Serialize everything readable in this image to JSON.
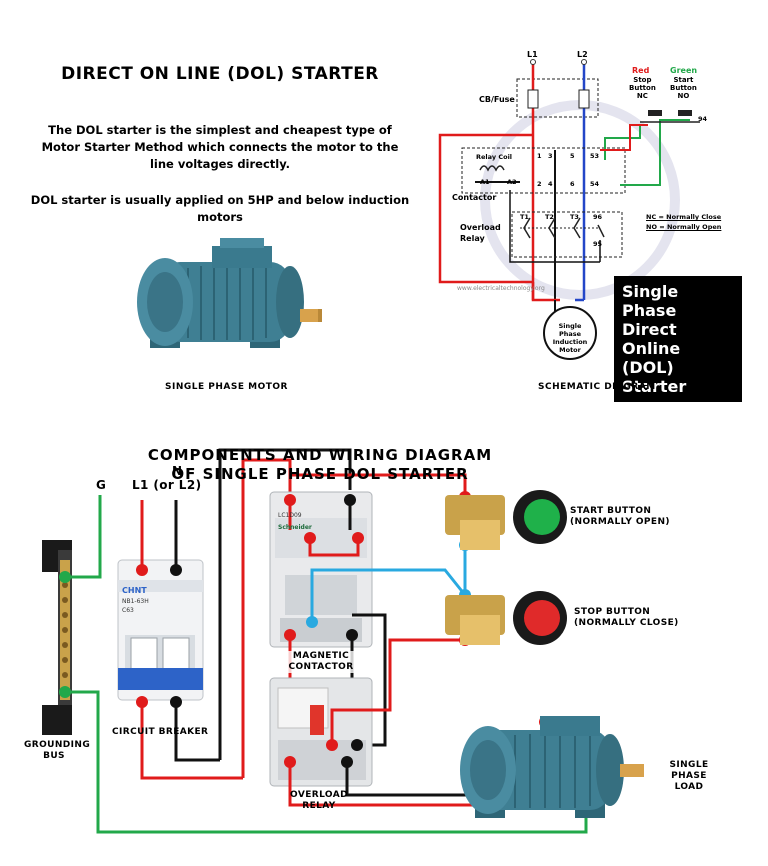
{
  "header": {
    "title": "DIRECT ON LINE (DOL) STARTER",
    "description": "The DOL starter is  the simplest and cheapest type of Motor Starter Method which connects the motor to the line voltages directly.",
    "usage": "DOL starter is usually applied on 5HP and below induction motors"
  },
  "captions": {
    "motor": "SINGLE PHASE MOTOR",
    "schematic": "SCHEMATIC DIAGRAM"
  },
  "schematic": {
    "l1": "L1",
    "l2": "L2",
    "cb_fuse": "CB/Fuse",
    "red_label": "Red",
    "red_sub": "Stop\nButton\nNC",
    "green_label": "Green",
    "green_sub": "Start\nButton\nNO",
    "relay_coil": "Relay Coil",
    "contactor": "Contactor",
    "overload_relay": "Overload\nRelay",
    "a1": "A1",
    "a2": "A2",
    "terminals_top": [
      "1",
      "3",
      "5",
      "53"
    ],
    "terminals_bottom": [
      "2",
      "4",
      "6",
      "54"
    ],
    "ol_terminals": [
      "T1",
      "T2",
      "T3",
      "96",
      "95"
    ],
    "nc_note": "NC = Normally Close",
    "no_note": "NO = Normally Open",
    "num_94": "94",
    "motor_label": "Single Phase\nInduction\nMotor",
    "website": "www.electricaltechnology.org",
    "box_title": "Single Phase\nDirect Online\n(DOL) Starter"
  },
  "wiring": {
    "title_line1": "COMPONENTS AND WIRING DIAGRAM",
    "title_line2": "OF SINGLE PHASE DOL STARTER",
    "g": "G",
    "l1": "L1 (or L2)",
    "n": "N",
    "grounding_bus": "GROUNDING\nBUS",
    "circuit_breaker": "CIRCUIT BREAKER",
    "breaker_brand": "CHNT",
    "breaker_model": "NB1-63H",
    "breaker_rating": "C63",
    "magnetic_contactor": "MAGNETIC\nCONTACTOR",
    "overload_relay": "OVERLOAD\nRELAY",
    "start_button": "START BUTTON\n(NORMALLY OPEN)",
    "stop_button": "STOP BUTTON\n(NORMALLY CLOSE)",
    "load": "SINGLE\nPHASE\nLOAD",
    "contactor_brand": "Schneider",
    "contactor_model": "LC1D09"
  },
  "colors": {
    "red_wire": "#e01b1b",
    "black_wire": "#111111",
    "blue_wire": "#29a9e0",
    "green_wire": "#22a84a",
    "motor_body": "#3f7f93",
    "button_green": "#1fb14a",
    "button_red": "#e02a2a"
  }
}
